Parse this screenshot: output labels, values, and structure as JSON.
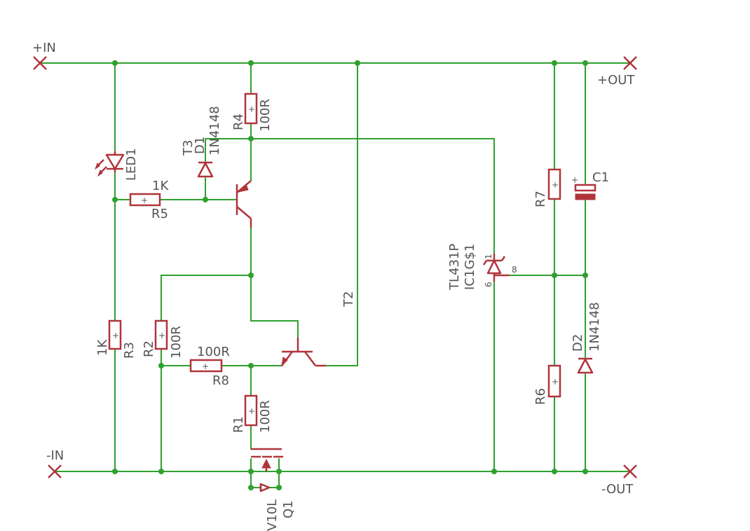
{
  "colors": {
    "wire": "#2ea12e",
    "component": "#b0343c",
    "label": "#555555"
  },
  "terminals": {
    "in_pos": "+IN",
    "in_neg": "-IN",
    "out_pos": "+OUT",
    "out_neg": "-OUT"
  },
  "components": {
    "led1": {
      "name": "LED1"
    },
    "r5": {
      "name": "R5",
      "value": "1K"
    },
    "t3": {
      "name": "T3"
    },
    "d1": {
      "name": "D1",
      "value": "1N4148"
    },
    "r4": {
      "name": "R4",
      "value": "100R"
    },
    "r3": {
      "name": "R3",
      "value": "1K"
    },
    "r2": {
      "name": "R2",
      "value": "100R"
    },
    "r8": {
      "name": "R8",
      "value": "100R"
    },
    "t2": {
      "name": "T2"
    },
    "r1": {
      "name": "R1",
      "value": "100R"
    },
    "q1": {
      "name": "Q1",
      "value": "V10L"
    },
    "ic1": {
      "name": "IC1G$1",
      "value": "TL431P",
      "pin1": "1",
      "pin6": "6",
      "pin8": "8"
    },
    "r7": {
      "name": "R7"
    },
    "r6": {
      "name": "R6"
    },
    "c1": {
      "name": "C1"
    },
    "d2": {
      "name": "D2",
      "value": "1N4148"
    }
  },
  "symbols": {
    "plus": "+"
  }
}
